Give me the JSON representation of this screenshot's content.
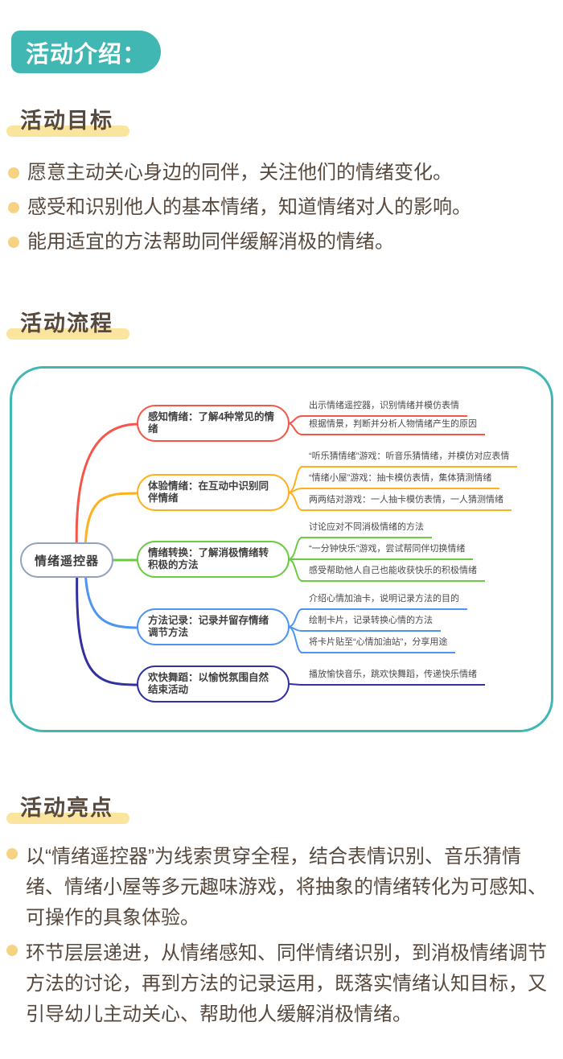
{
  "header": {
    "badge": "活动介绍："
  },
  "colors": {
    "teal": "#41b7b4",
    "highlight_yellow": "#fae49e",
    "bullet_yellow": "#f6d283",
    "body_text": "#57493e",
    "branch_red": "#f4564a",
    "branch_orange": "#ffb01f",
    "branch_green": "#6bcb43",
    "branch_blue": "#4e95f2",
    "branch_navy": "#31319f",
    "root_border": "#93a2bb"
  },
  "sections": {
    "goals": {
      "title": "活动目标",
      "items": [
        "愿意主动关心身边的同伴，关注他们的情绪变化。",
        "感受和识别他人的基本情绪，知道情绪对人的影响。",
        "能用适宜的方法帮助同伴缓解消极的情绪。"
      ]
    },
    "process": {
      "title": "活动流程",
      "mindmap": {
        "root": "情绪遥控器",
        "branches": [
          {
            "label": "感知情绪：了解4种常见的情绪",
            "color": "#f4564a",
            "children": [
              "出示情绪遥控器，识别情绪并模仿表情",
              "根据情景，判断并分析人物情绪产生的原因"
            ]
          },
          {
            "label": "体验情绪：在互动中识别同伴情绪",
            "color": "#ffb01f",
            "children": [
              "“听乐猜情绪”游戏：听音乐猜情绪，并模仿对应表情",
              "“情绪小屋”游戏：抽卡模仿表情，集体猜测情绪",
              "两两结对游戏：一人抽卡模仿表情，一人猜测情绪"
            ]
          },
          {
            "label": "情绪转换：了解消极情绪转积极的方法",
            "color": "#6bcb43",
            "children": [
              "讨论应对不同消极情绪的方法",
              "“一分钟快乐”游戏，尝试帮同伴切换情绪",
              "感受帮助他人自己也能收获快乐的积极情绪"
            ]
          },
          {
            "label": "方法记录：记录并留存情绪调节方法",
            "color": "#4e95f2",
            "children": [
              "介绍心情加油卡，说明记录方法的目的",
              "绘制卡片，记录转换心情的方法",
              "将卡片贴至“心情加油站”，分享用途"
            ]
          },
          {
            "label": "欢快舞蹈：以愉悦氛围自然结束活动",
            "color": "#31319f",
            "children": [
              "播放愉快音乐，跳欢快舞蹈，传递快乐情绪"
            ]
          }
        ]
      }
    },
    "highlights": {
      "title": "活动亮点",
      "items": [
        "以“情绪遥控器”为线索贯穿全程，结合表情识别、音乐猜情绪、情绪小屋等多元趣味游戏，将抽象的情绪转化为可感知、可操作的具象体验。",
        "环节层层递进，从情绪感知、同伴情绪识别，到消极情绪调节方法的讨论，再到方法的记录运用，既落实情绪认知目标，又引导幼儿主动关心、帮助他人缓解消极情绪。"
      ]
    }
  }
}
